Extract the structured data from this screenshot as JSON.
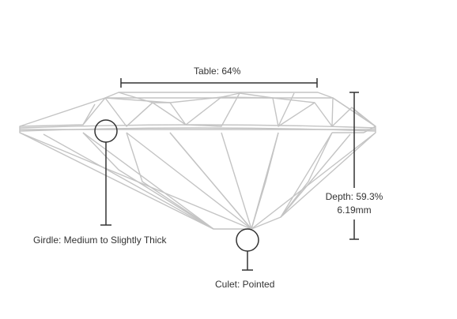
{
  "diagram": {
    "table_label": "Table: 64%",
    "depth_label": "Depth: 59.3%",
    "depth_mm": "6.19mm",
    "girdle_label": "Girdle: Medium to Slightly Thick",
    "culet_label": "Culet: Pointed"
  },
  "colors": {
    "outline": "#c4c4c4",
    "annotation": "#333333",
    "background": "#ffffff"
  }
}
